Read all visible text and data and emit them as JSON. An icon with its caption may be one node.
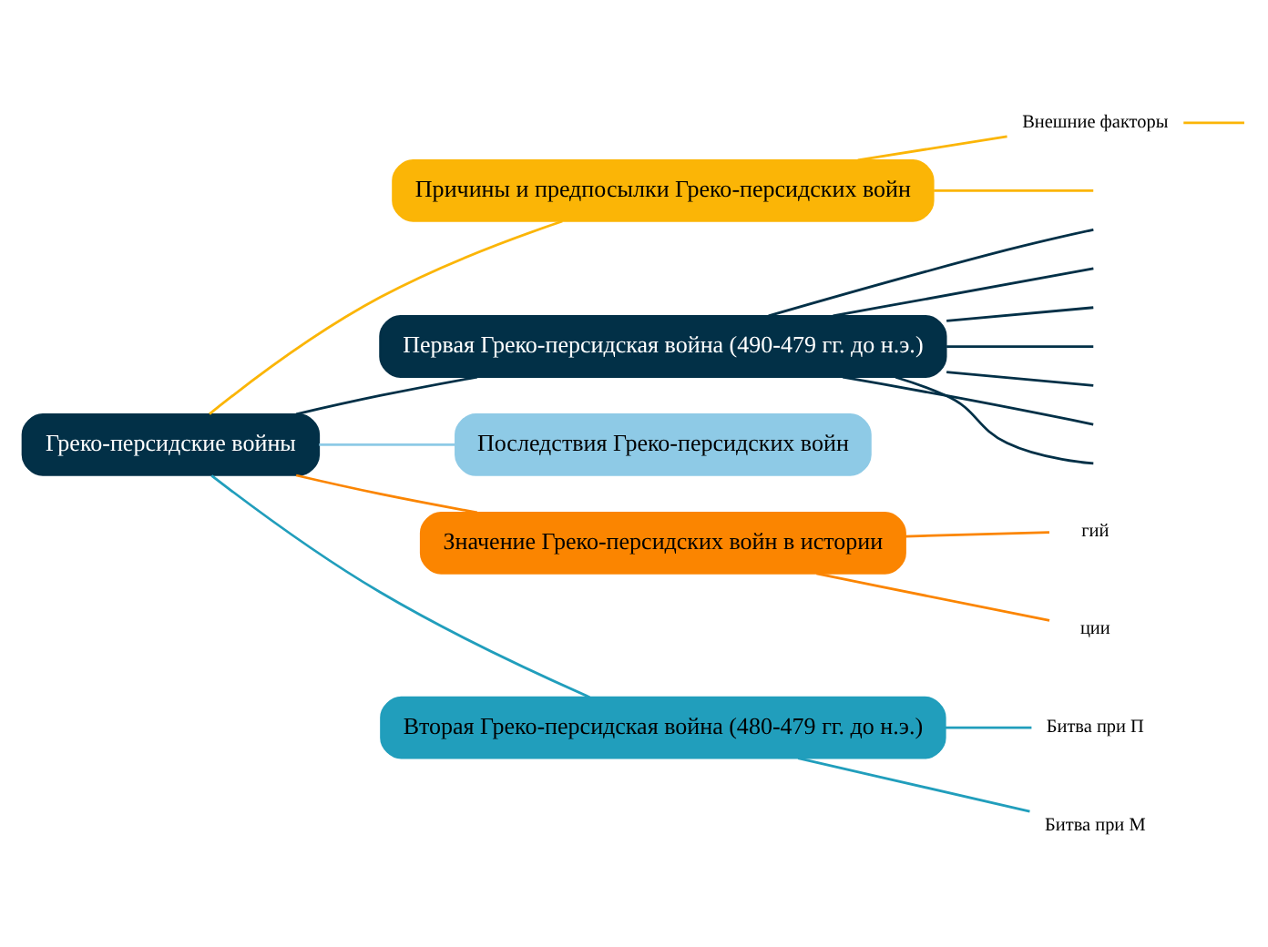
{
  "diagram": {
    "nodes": [
      {
        "text": [
          "Греко-персидские войны"
        ]
      },
      {
        "text": [
          "Причины и предпосылки Греко-персидских войн"
        ]
      },
      {
        "text": [
          "Внешние факторы"
        ]
      },
      {
        "text": [
          "Первая Греко-персидская война (490-479 гг. до н.э.)"
        ]
      },
      {
        "text": [
          "Последствия Греко-персидских войн"
        ]
      },
      {
        "text": [
          "Значение Греко-персидских войн в истории"
        ]
      },
      {
        "text": [
          "гий"
        ]
      },
      {
        "text": [
          "ции"
        ]
      },
      {
        "text": [
          "Вторая Греко-персидская война (480-479 гг. до н.э.)"
        ]
      },
      {
        "text": [
          "Битва при П"
        ]
      },
      {
        "text": [
          "Битва при М"
        ]
      }
    ],
    "edges": [
      {
        "from": 0,
        "to": 1,
        "arrow": "none",
        "color": "#fbb506"
      },
      {
        "from": 1,
        "to": null,
        "arrow": "none",
        "color": "#fbb506"
      },
      {
        "from": 1,
        "to": 2,
        "arrow": "none",
        "color": "#fbb506"
      },
      {
        "from": 2,
        "to": null,
        "arrow": "none",
        "color": "#fbb506"
      },
      {
        "from": 0,
        "to": 3,
        "arrow": "none"
      },
      {
        "from": 3,
        "to": null,
        "arrow": "none"
      },
      {
        "from": 3,
        "to": null,
        "arrow": "none"
      },
      {
        "from": 3,
        "to": null,
        "arrow": "none"
      },
      {
        "from": 3,
        "to": null,
        "arrow": "none"
      },
      {
        "from": 3,
        "to": null,
        "arrow": "none"
      },
      {
        "from": 3,
        "to": null,
        "arrow": "none"
      },
      {
        "from": 3,
        "to": null,
        "arrow": "none"
      },
      {
        "from": 0,
        "to": 4,
        "arrow": "none",
        "color": "#8ecae6"
      },
      {
        "from": 0,
        "to": 5,
        "arrow": "none",
        "color": "#fb8500"
      },
      {
        "from": 5,
        "to": 6,
        "arrow": "none",
        "color": "#fb8500"
      },
      {
        "from": 5,
        "to": 7,
        "arrow": "none",
        "color": "#fb8500"
      },
      {
        "from": 0,
        "to": 8,
        "arrow": "none",
        "color": "#219ebc"
      },
      {
        "from": 8,
        "to": 9,
        "arrow": "none",
        "color": "#219ebc"
      },
      {
        "from": 8,
        "to": 10,
        "arrow": "none",
        "color": "#219ebc"
      }
    ]
  }
}
